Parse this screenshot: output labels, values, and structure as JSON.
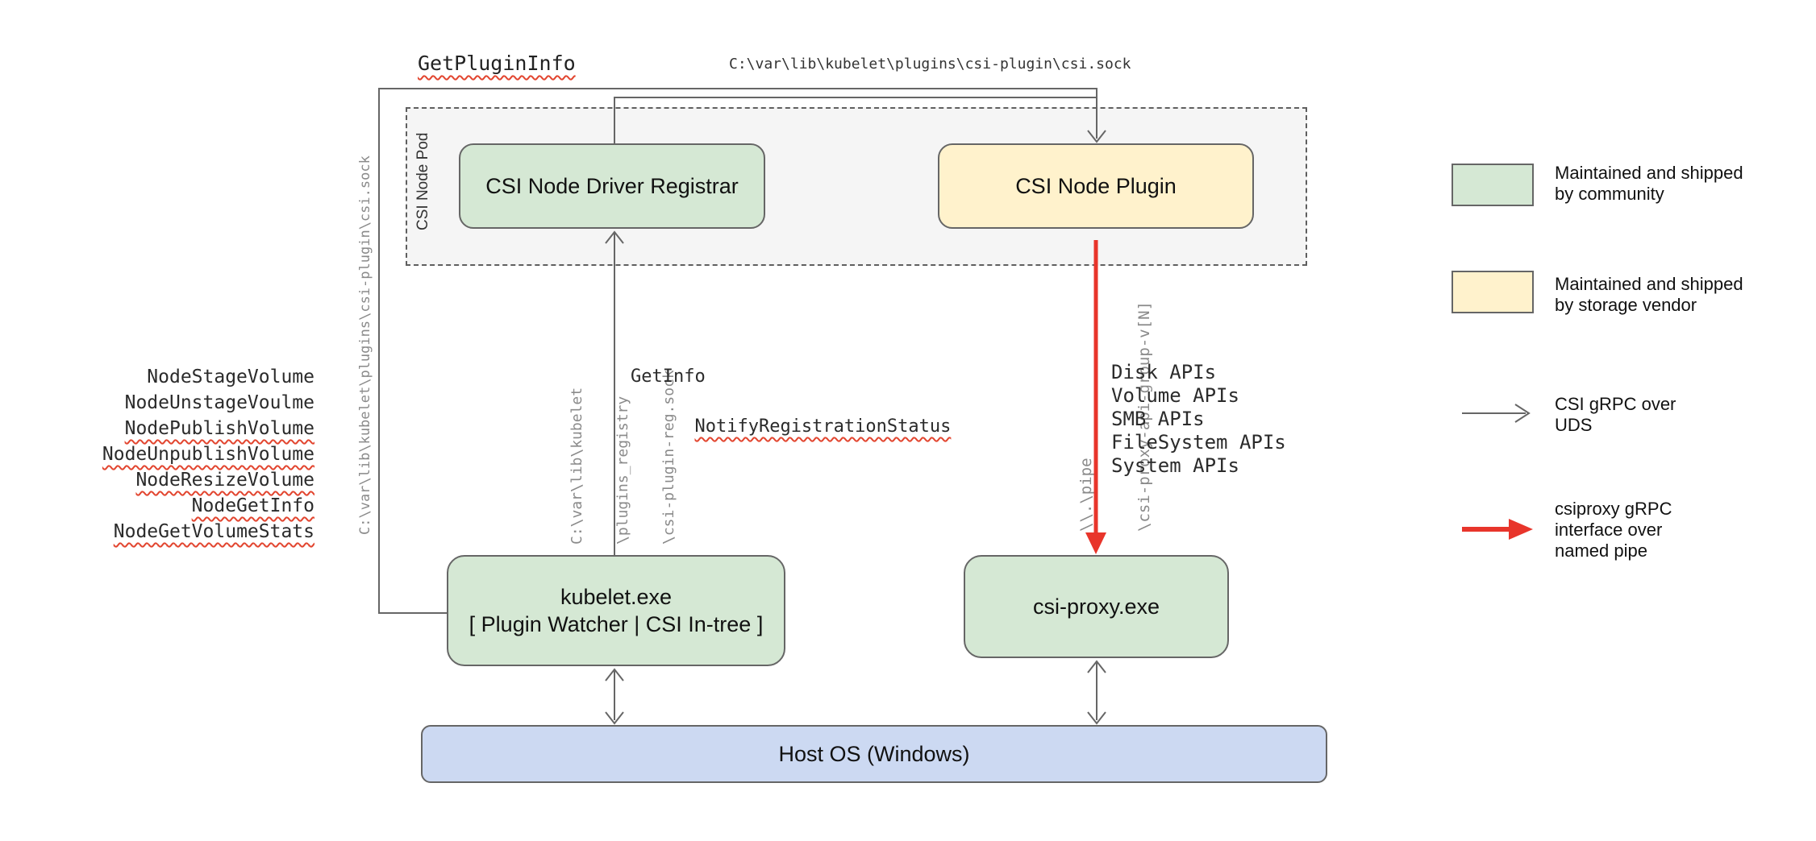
{
  "diagram": {
    "pod": {
      "label": "CSI Node Pod"
    },
    "nodes": {
      "registrar": {
        "label": "CSI Node Driver Registrar"
      },
      "plugin": {
        "label": "CSI Node Plugin"
      },
      "kubelet": {
        "line1": "kubelet.exe",
        "line2": "[ Plugin Watcher | CSI In-tree ]"
      },
      "csi_proxy": {
        "label": "csi-proxy.exe"
      },
      "host_os": {
        "label": "Host OS (Windows)"
      }
    },
    "annotations": {
      "get_plugin_info": "GetPluginInfo",
      "csi_sock_path_top": "C:\\var\\lib\\kubelet\\plugins\\csi-plugin\\csi.sock",
      "csi_sock_path_left": "C:\\var\\lib\\kubelet\\plugins\\csi-plugin\\csi.sock",
      "registration_sock_lines": {
        "0": "C:\\var\\lib\\kubelet",
        "1": "\\plugins_registry",
        "2": "\\csi-plugin-reg.sock"
      },
      "named_pipe_lines": {
        "0": "\\\\.\\pipe",
        "1": "\\csi-proxy-api-group-v[N]"
      },
      "node_calls": [
        {
          "text": "NodeStageVolume",
          "spellcheck_underline": false
        },
        {
          "text": "NodeUnstageVoulme",
          "spellcheck_underline": false
        },
        {
          "text": "NodePublishVolume",
          "spellcheck_underline": true
        },
        {
          "text": "NodeUnpublishVolume",
          "spellcheck_underline": true
        },
        {
          "text": "NodeResizeVolume",
          "spellcheck_underline": true
        },
        {
          "text": "NodeGetInfo",
          "spellcheck_underline": true
        },
        {
          "text": "NodeGetVolumeStats",
          "spellcheck_underline": true
        }
      ],
      "registrar_calls": {
        "get_info": "GetInfo",
        "notify": "NotifyRegistrationStatus"
      },
      "proxy_api_groups": [
        "Disk APIs",
        "Volume APIs",
        "SMB APIs",
        "FileSystem APIs",
        "System APIs"
      ]
    },
    "legend": {
      "community": {
        "line1": "Maintained and shipped",
        "line2": "by community"
      },
      "vendor": {
        "line1": "Maintained and shipped",
        "line2": "by storage vendor"
      },
      "uds": {
        "line1": "CSI gRPC over",
        "line2": "UDS"
      },
      "pipe": {
        "line1": "csiproxy gRPC",
        "line2": "interface over",
        "line3": "named pipe"
      }
    },
    "colors": {
      "community_fill": "#d5e8d4",
      "vendor_fill": "#fff2cc",
      "host_os_fill": "#ccd9f2",
      "pod_fill": "#f5f5f5",
      "connector_gray": "#666666",
      "pipe_red": "#e8352b",
      "spellcheck_red": "#e2452f"
    }
  }
}
